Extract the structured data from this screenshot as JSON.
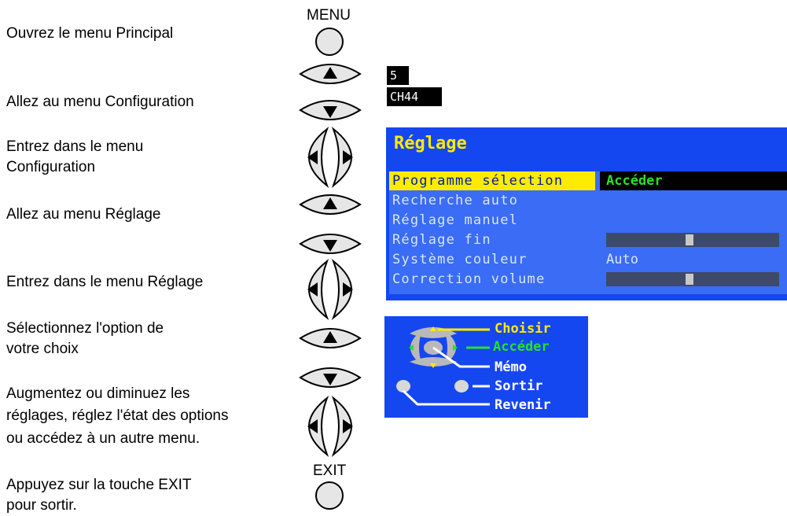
{
  "steps": [
    "Ouvrez le menu Principal",
    "Allez au menu Configuration",
    "Entrez dans le menu",
    "Configuration",
    "Allez au menu Réglage",
    "Entrez dans le menu Réglage",
    "Sélectionnez l'option de",
    "votre choix",
    "Augmentez ou diminuez les",
    "réglages, réglez l'état des options",
    "ou accédez à un autre menu.",
    "Appuyez sur la touche EXIT",
    "pour sortir."
  ],
  "buttons": {
    "menu_label": "MENU",
    "exit_label": "EXIT"
  },
  "channel": {
    "number": "5",
    "name": "CH44"
  },
  "menu": {
    "title": "Réglage",
    "items": [
      {
        "label": "Programme sélection",
        "value": "Accéder"
      },
      {
        "label": "Recherche auto",
        "value": ""
      },
      {
        "label": "Réglage manuel",
        "value": ""
      },
      {
        "label": "Réglage fin",
        "value": "",
        "slider": 0.48
      },
      {
        "label": "Système couleur",
        "value": "Auto"
      },
      {
        "label": "Correction volume",
        "value": "",
        "slider": 0.48
      }
    ]
  },
  "legend": {
    "choisir": "Choisir",
    "acceder": "Accéder",
    "memo": "Mémo",
    "sortir": "Sortir",
    "revenir": "Revenir"
  },
  "colors": {
    "menu_bg": "#1547f0",
    "menu_list_bg": "#3a6cf5",
    "title_yellow": "#ffeb00",
    "select_green": "#28e028",
    "legend_white": "#ffffff"
  }
}
